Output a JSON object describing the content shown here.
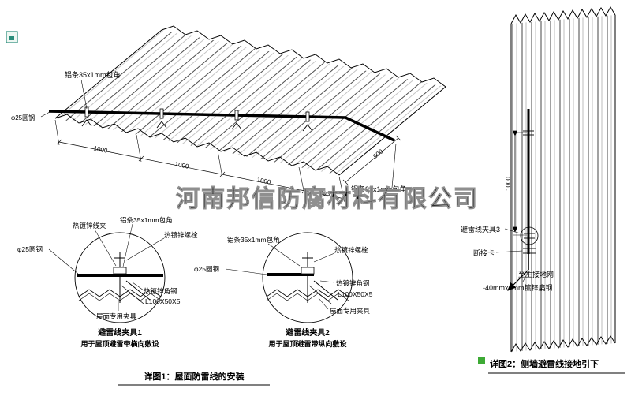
{
  "watermark": "河南邦信防腐材料有限公司",
  "colors": {
    "line": "#000000",
    "red": "#cc2222",
    "watermark": "#8f8f8f",
    "marker_green": "#3daa35",
    "marker_teal": "#2a8c7a"
  },
  "roof_view": {
    "label_alu_left": "铝条35x1mm包角",
    "label_round_steel": "φ25圆钢",
    "label_alu_right": "铝条35x1mm包角",
    "dims": [
      "1000",
      "1000",
      "1000",
      "500"
    ],
    "dim_right": "500"
  },
  "detail1": {
    "label_wire_clamp": "热镀锌线夹",
    "label_alu": "铝条35x1mm包角",
    "label_bolt": "热镀锌螺栓",
    "label_round_steel": "φ25圆钢",
    "label_angle_steel": "热镀锌角钢",
    "label_angle_spec": "L100X50X5",
    "label_roof_clamp": "屋面专用夹具",
    "title": "避雷线夹具1",
    "subtitle": "用于屋顶避雷带横向敷设"
  },
  "detail2": {
    "label_alu": "铝条35x1mm包角",
    "label_bolt": "热镀锌螺栓",
    "label_round_steel": "φ25圆钢",
    "label_angle_steel": "热镀锌角钢",
    "label_angle_spec": "L100X50X5",
    "label_roof_clamp": "屋面专用夹具",
    "title": "避雷线夹具2",
    "subtitle": "用于屋顶避雷带纵向敷设"
  },
  "wall_view": {
    "dim": "1000",
    "label_clamp3": "避雷线夹具3",
    "label_disconnect": "断接卡",
    "label_to_ground": "至主接地网",
    "label_flat_steel": "-40mmx4mm镀锌扁钢"
  },
  "captions": {
    "detail1": "详图1：屋面防雷线的安装",
    "detail2": "详图2：侧墙避雷线接地引下"
  }
}
